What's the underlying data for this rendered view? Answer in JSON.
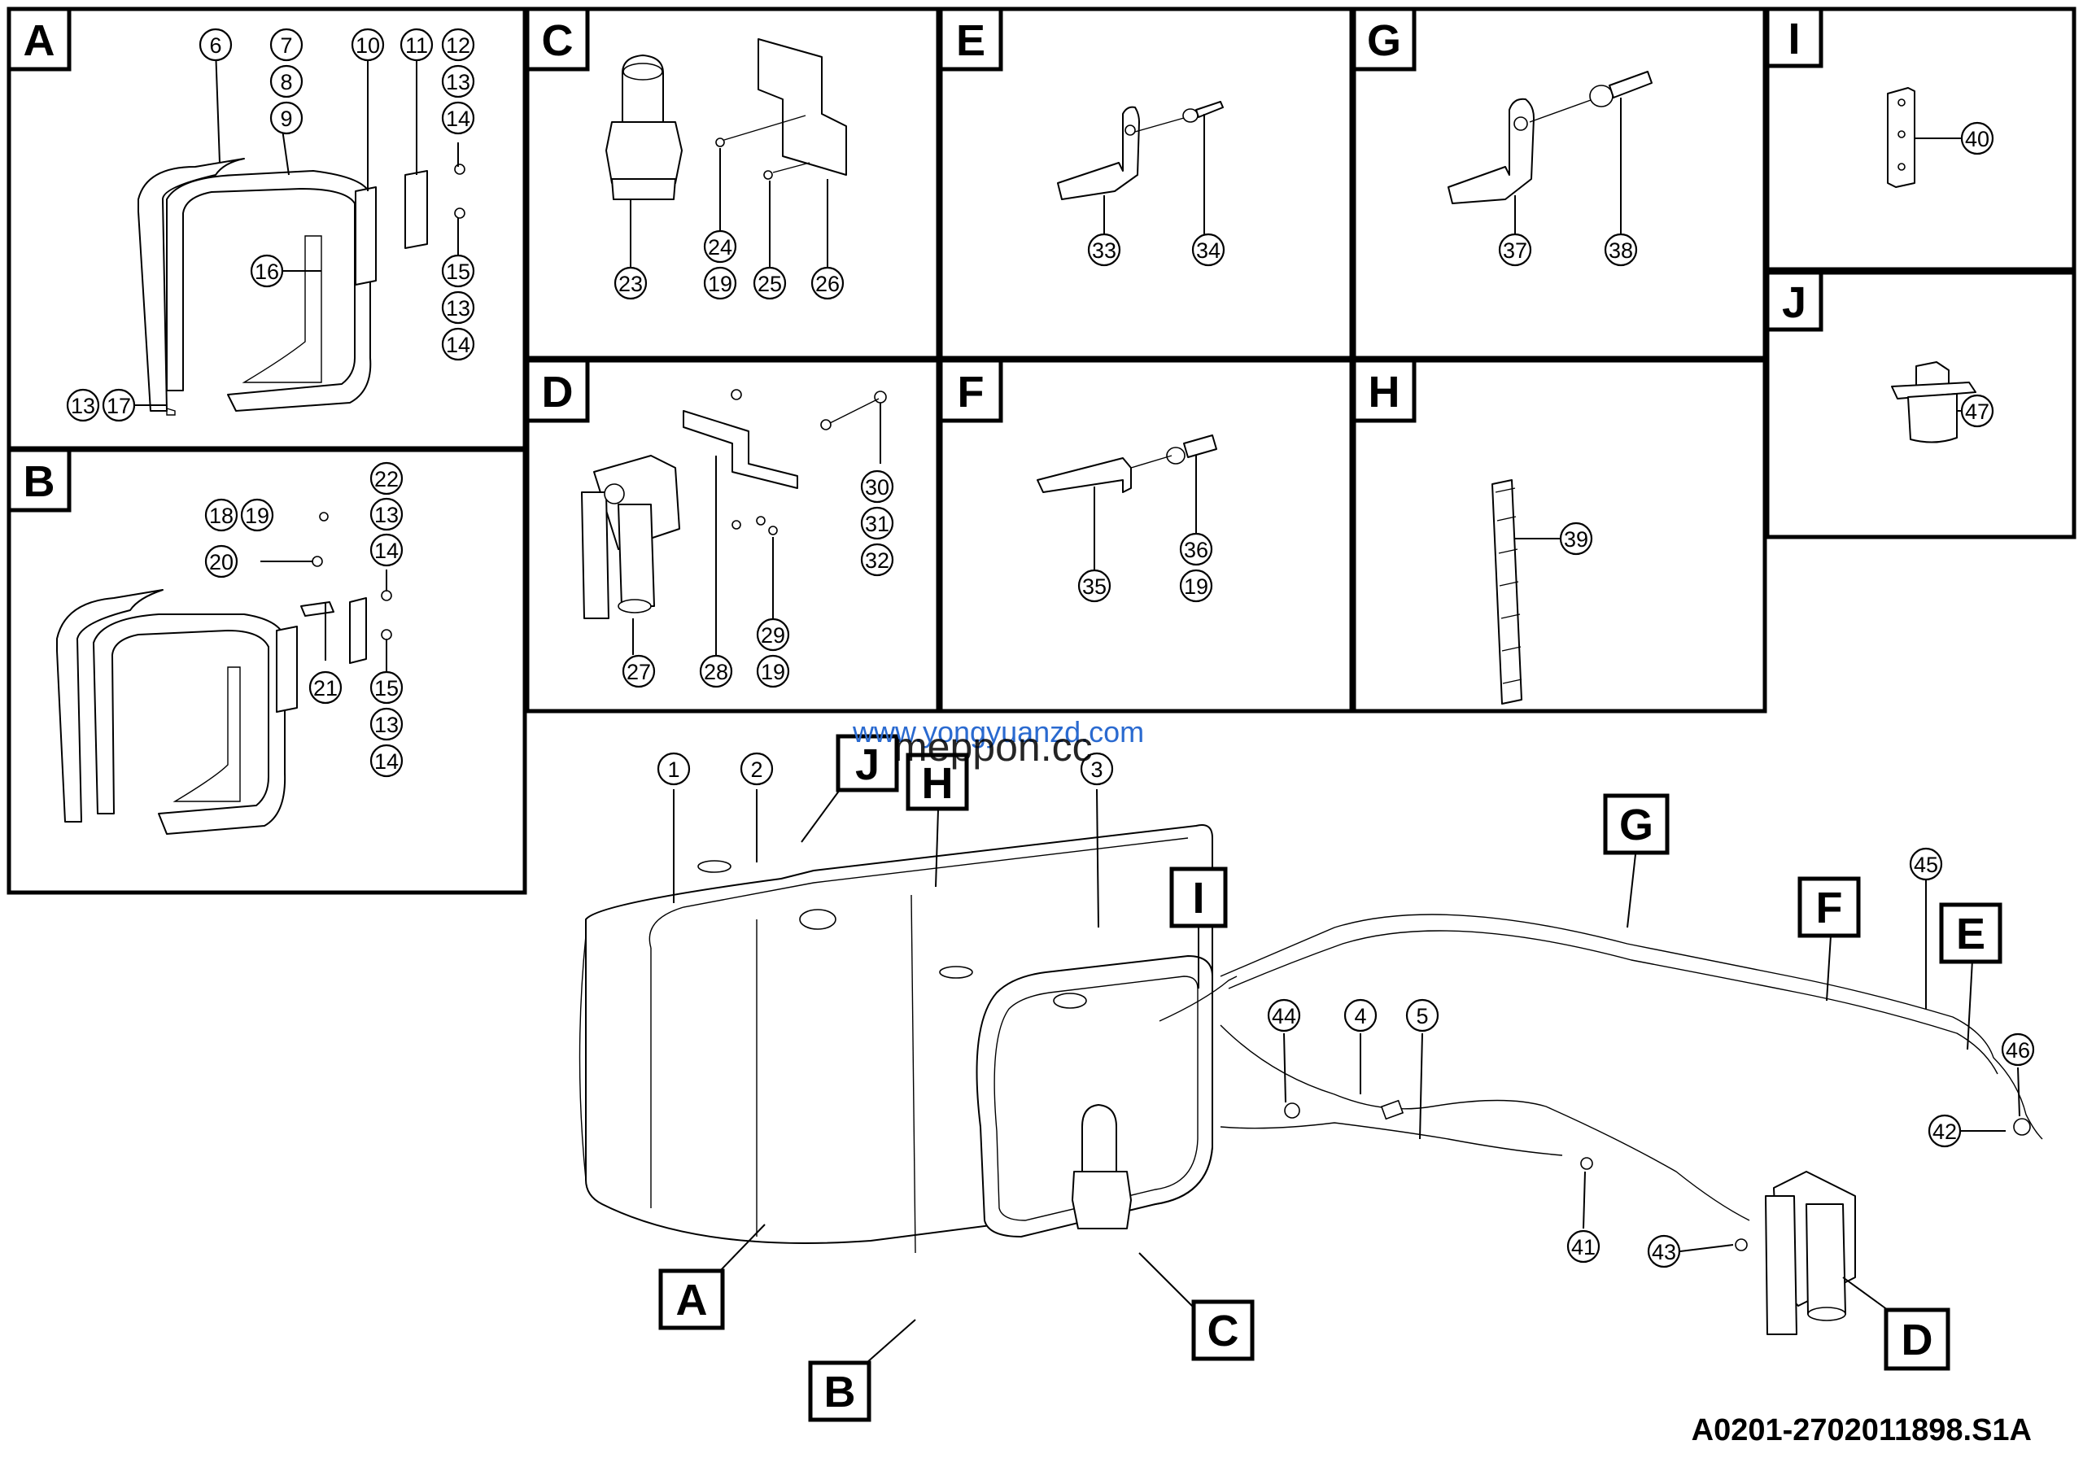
{
  "drawing_id": "A0201-2702011898.S1A",
  "watermark_url": "www.yongyuanzd.com",
  "watermark_text": "meppon.cc",
  "panels": [
    {
      "letter": "A",
      "callouts": [
        "6",
        "7",
        "8",
        "9",
        "10",
        "11",
        "12",
        "13",
        "14",
        "16",
        "15",
        "13",
        "14",
        "13",
        "17"
      ]
    },
    {
      "letter": "B",
      "callouts": [
        "22",
        "13",
        "14",
        "18",
        "19",
        "20",
        "21",
        "15",
        "13",
        "14"
      ]
    },
    {
      "letter": "C",
      "callouts": [
        "23",
        "24",
        "19",
        "25",
        "26"
      ]
    },
    {
      "letter": "D",
      "callouts": [
        "30",
        "31",
        "32",
        "27",
        "28",
        "29",
        "19"
      ]
    },
    {
      "letter": "E",
      "callouts": [
        "33",
        "34"
      ]
    },
    {
      "letter": "F",
      "callouts": [
        "35",
        "36",
        "19"
      ]
    },
    {
      "letter": "G",
      "callouts": [
        "37",
        "38"
      ]
    },
    {
      "letter": "H",
      "callouts": [
        "39"
      ]
    },
    {
      "letter": "I",
      "callouts": [
        "40"
      ]
    },
    {
      "letter": "J",
      "callouts": [
        "47"
      ]
    }
  ],
  "main_view": {
    "callouts": [
      "1",
      "2",
      "3",
      "4",
      "5",
      "44",
      "45",
      "46",
      "42",
      "41",
      "43"
    ],
    "view_flags": [
      "J",
      "H",
      "I",
      "G",
      "F",
      "E",
      "A",
      "B",
      "C",
      "D"
    ]
  }
}
